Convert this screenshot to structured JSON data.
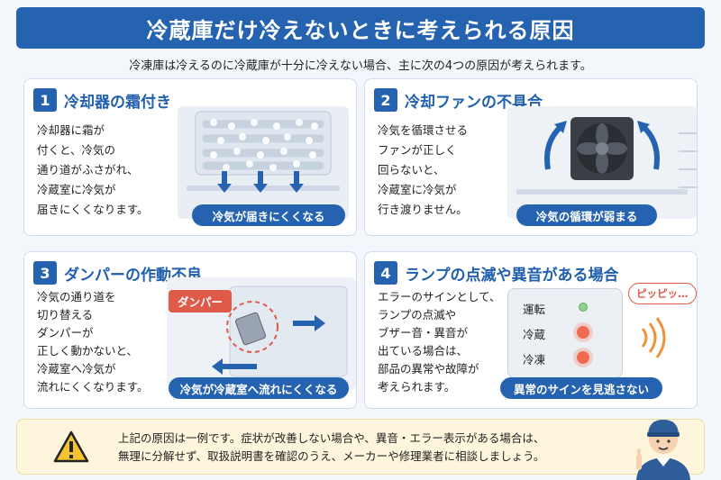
{
  "title": "冷蔵庫だけ冷えないときに考えられる原因",
  "subtitle": "冷凍庫は冷えるのに冷蔵庫が十分に冷えない場合、主に次の4つの原因が考えられます。",
  "cards": [
    {
      "number": "1",
      "title": "冷却器の霜付き",
      "lines": [
        "冷却器に霜が",
        "付くと、冷気の",
        "通り道がふさがれ、",
        "冷蔵室に冷気が",
        "届きにくくなります。"
      ],
      "badge": "冷気が届きにくくなる",
      "icon": "frosted-evaporator-icon"
    },
    {
      "number": "2",
      "title": "冷却ファンの不具合",
      "lines": [
        "冷気を循環させる",
        "ファンが正しく",
        "回らないと、",
        "冷蔵室に冷気が",
        "行き渡りません。"
      ],
      "badge": "冷気の循環が弱まる",
      "icon": "fan-icon"
    },
    {
      "number": "3",
      "title": "ダンパーの作動不良",
      "lines": [
        "冷気の通り道を",
        "切り替える",
        "ダンパーが",
        "正しく動かないと、",
        "冷蔵室へ冷気が",
        "流れにくくなります。"
      ],
      "badge": "冷気が冷蔵室へ流れにくくなる",
      "callout": "ダンパー",
      "icon": "damper-icon"
    },
    {
      "number": "4",
      "title": "ランプの点滅や異音がある場合",
      "lines": [
        "エラーのサインとして、",
        "ランプの点滅や",
        "ブザー音・異音が",
        "出ている場合は、",
        "部品の異常や故障が",
        "考えられます。"
      ],
      "badge": "異常のサインを見逃さない",
      "panel": [
        "運転",
        "冷蔵",
        "冷凍"
      ],
      "bubble": "ピッピッ…",
      "icon": "control-panel-icon"
    }
  ],
  "notice": {
    "line1": "上記の原因は一例です。症状が改善しない場合や、異音・エラー表示がある場合は、",
    "line2": "無理に分解せず、取扱説明書を確認のうえ、メーカーや修理業者に相談しましょう。"
  },
  "colors": {
    "primary": "#2563b0",
    "alert": "#e05a4a",
    "notice_bg": "#fdf6dc"
  }
}
